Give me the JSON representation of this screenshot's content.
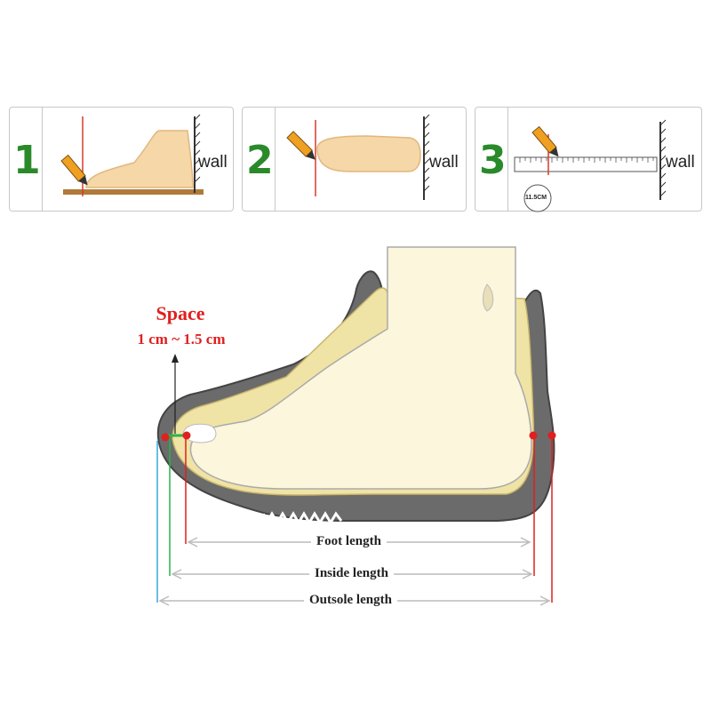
{
  "steps": [
    {
      "number": "1",
      "wall_label": "wall"
    },
    {
      "number": "2",
      "wall_label": "wall"
    },
    {
      "number": "3",
      "wall_label": "wall",
      "ruler_reading": "11.5CM"
    }
  ],
  "space": {
    "title": "Space",
    "range": "1 cm ~ 1.5 cm"
  },
  "measurements": {
    "foot": "Foot length",
    "inside": "Inside length",
    "outsole": "Outsole length"
  },
  "colors": {
    "step_number": "#2a8a2a",
    "space_text": "#e0201f",
    "foot_skin": "#f5d7a8",
    "sole_gray": "#6b6b6b",
    "foot_marker_line": "#e0201f",
    "inside_marker_line": "#2bb34a",
    "outsole_marker_line": "#3aa8d8"
  },
  "icons": [
    "pencil-icon",
    "ruler-icon",
    "wall-icon",
    "foot-icon",
    "shoe-icon"
  ]
}
